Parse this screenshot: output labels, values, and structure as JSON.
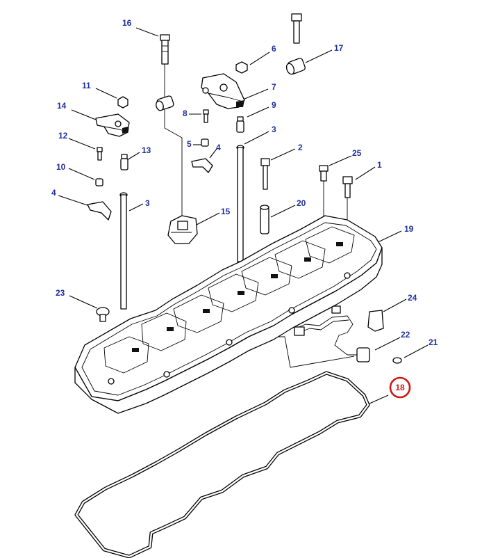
{
  "diagram": {
    "callouts": [
      "16",
      "6",
      "17",
      "11",
      "7",
      "14",
      "8",
      "9",
      "3",
      "12",
      "13",
      "5",
      "4",
      "2",
      "25",
      "1",
      "10",
      "4",
      "3",
      "20",
      "15",
      "19",
      "23",
      "24",
      "22",
      "21",
      "18"
    ],
    "highlighted_callout": "18",
    "colors": {
      "callout_text": "#1f2f9c",
      "highlight": "#d01818",
      "line": "#000000"
    }
  }
}
